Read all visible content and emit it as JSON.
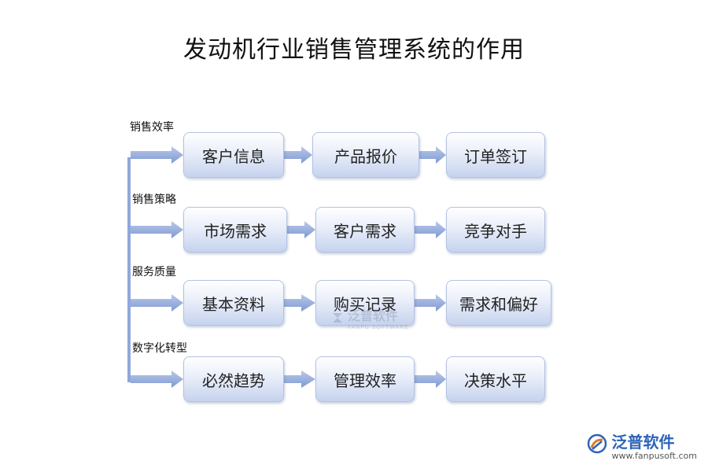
{
  "title": "发动机行业销售管理系统的作用",
  "rows": [
    {
      "label": "销售效率",
      "items": [
        "客户信息",
        "产品报价",
        "订单签订"
      ]
    },
    {
      "label": "销售策略",
      "items": [
        "市场需求",
        "客户需求",
        "竞争对手"
      ]
    },
    {
      "label": "服务质量",
      "items": [
        "基本资料",
        "购买记录",
        "需求和偏好"
      ]
    },
    {
      "label": "数字化转型",
      "items": [
        "必然趋势",
        "管理效率",
        "决策水平"
      ]
    }
  ],
  "watermark": {
    "name": "泛普软件",
    "sub": "FANPU SOFTWARE"
  },
  "brand": {
    "name": "泛普软件",
    "url": "www.fanpusoft.com"
  },
  "colors": {
    "arrow": "#8fa8dc",
    "box_border": "#b4c3e3",
    "brand": "#2d64b8"
  }
}
